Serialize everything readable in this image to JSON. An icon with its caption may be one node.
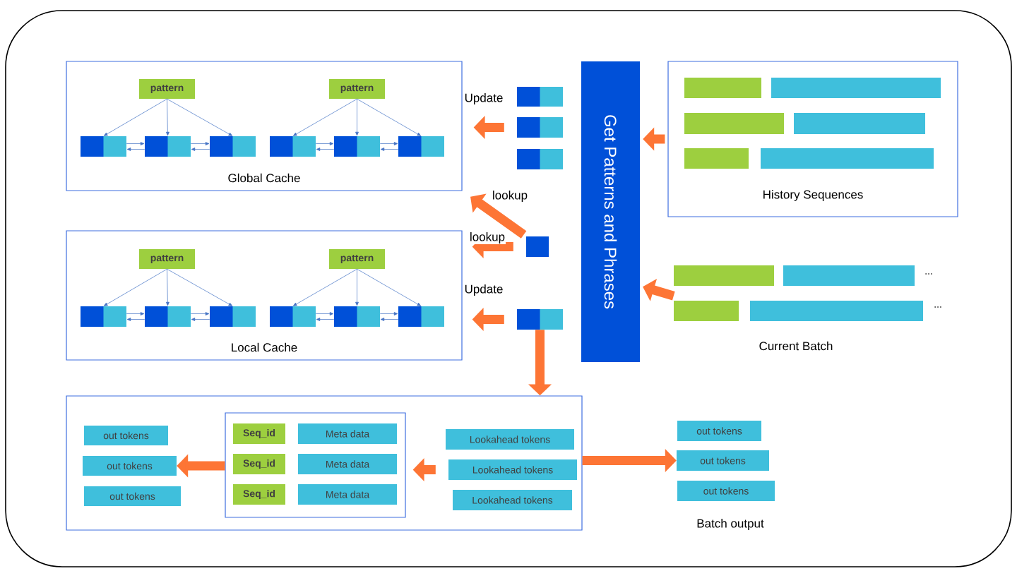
{
  "diagram": {
    "nodes": [
      {
        "text": [
          "Global Cache"
        ]
      },
      {
        "text": [
          "pattern"
        ],
        "in": 0
      },
      {
        "text": [
          "pattern"
        ],
        "in": 0
      },
      {
        "text": [],
        "shape": "box",
        "in": 0
      },
      {
        "text": [],
        "shape": "box",
        "in": 0
      },
      {
        "text": [],
        "shape": "box",
        "in": 0
      },
      {
        "text": [],
        "shape": "box",
        "in": 0
      },
      {
        "text": [],
        "shape": "box",
        "in": 0
      },
      {
        "text": [],
        "shape": "box",
        "in": 0
      },
      {
        "text": [
          "Local Cache"
        ]
      },
      {
        "text": [
          "pattern"
        ],
        "in": 9
      },
      {
        "text": [
          "pattern"
        ],
        "in": 9
      },
      {
        "text": [],
        "shape": "box",
        "in": 9
      },
      {
        "text": [],
        "shape": "box",
        "in": 9
      },
      {
        "text": [],
        "shape": "box",
        "in": 9
      },
      {
        "text": [],
        "shape": "box",
        "in": 9
      },
      {
        "text": [],
        "shape": "box",
        "in": 9
      },
      {
        "text": [],
        "shape": "box",
        "in": 9
      },
      {
        "text": [],
        "shape": "box"
      },
      {
        "text": [],
        "shape": "box"
      },
      {
        "text": [],
        "shape": "box"
      },
      {
        "text": [],
        "shape": "box"
      },
      {
        "text": [],
        "shape": "box"
      },
      {
        "text": [
          "Get Patterns and Phrases"
        ]
      },
      {
        "text": [
          "History Sequences"
        ]
      },
      {
        "text": [],
        "shape": "box"
      },
      {
        "text": [
          "out tokens"
        ],
        "in": 25
      },
      {
        "text": [
          "out tokens"
        ],
        "in": 25
      },
      {
        "text": [
          "out tokens"
        ],
        "in": 25
      },
      {
        "text": [],
        "shape": "box",
        "in": 25
      },
      {
        "text": [
          "Seq_id"
        ],
        "in": 29
      },
      {
        "text": [
          "Meta data"
        ],
        "in": 29
      },
      {
        "text": [
          "Seq_id"
        ],
        "in": 29
      },
      {
        "text": [
          "Meta data"
        ],
        "in": 29
      },
      {
        "text": [
          "Seq_id"
        ],
        "in": 29
      },
      {
        "text": [
          "Meta data"
        ],
        "in": 29
      },
      {
        "text": [
          "Lookahead tokens"
        ],
        "in": 25
      },
      {
        "text": [
          "Lookahead tokens"
        ],
        "in": 25
      },
      {
        "text": [
          "Lookahead tokens"
        ],
        "in": 25
      },
      {
        "text": [
          "out tokens"
        ]
      },
      {
        "text": [
          "out tokens"
        ]
      },
      {
        "text": [
          "out tokens"
        ]
      },
      {
        "text": [],
        "shape": "bar",
        "in": 24
      },
      {
        "text": [],
        "shape": "bar",
        "in": 24
      },
      {
        "text": [],
        "shape": "bar",
        "in": 24
      },
      {
        "text": [],
        "shape": "bar",
        "in": 24
      },
      {
        "text": [],
        "shape": "bar",
        "in": 24
      },
      {
        "text": [],
        "shape": "bar",
        "in": 24
      },
      {
        "text": [],
        "shape": "bar"
      },
      {
        "text": [],
        "shape": "bar"
      },
      {
        "text": [],
        "shape": "bar"
      },
      {
        "text": [],
        "shape": "bar"
      }
    ],
    "edges": [
      {
        "from": 1,
        "to": 3,
        "arrow": "to"
      },
      {
        "from": 1,
        "to": 4,
        "arrow": "to"
      },
      {
        "from": 1,
        "to": 5,
        "arrow": "to"
      },
      {
        "from": 2,
        "to": 6,
        "arrow": "to"
      },
      {
        "from": 2,
        "to": 7,
        "arrow": "to"
      },
      {
        "from": 2,
        "to": 8,
        "arrow": "to"
      },
      {
        "from": 3,
        "to": 4,
        "arrow": "to"
      },
      {
        "from": 4,
        "to": 3,
        "arrow": "to"
      },
      {
        "from": 4,
        "to": 5,
        "arrow": "to"
      },
      {
        "from": 5,
        "to": 4,
        "arrow": "to"
      },
      {
        "from": 6,
        "to": 7,
        "arrow": "to"
      },
      {
        "from": 7,
        "to": 6,
        "arrow": "to"
      },
      {
        "from": 7,
        "to": 8,
        "arrow": "to"
      },
      {
        "from": 8,
        "to": 7,
        "arrow": "to"
      },
      {
        "from": 10,
        "to": 12,
        "arrow": "to"
      },
      {
        "from": 10,
        "to": 13,
        "arrow": "to"
      },
      {
        "from": 10,
        "to": 14,
        "arrow": "to"
      },
      {
        "from": 11,
        "to": 15,
        "arrow": "to"
      },
      {
        "from": 11,
        "to": 16,
        "arrow": "to"
      },
      {
        "from": 11,
        "to": 17,
        "arrow": "to"
      },
      {
        "from": 12,
        "to": 13,
        "arrow": "to"
      },
      {
        "from": 13,
        "to": 12,
        "arrow": "to"
      },
      {
        "from": 13,
        "to": 14,
        "arrow": "to"
      },
      {
        "from": 14,
        "to": 13,
        "arrow": "to"
      },
      {
        "from": 15,
        "to": 16,
        "arrow": "to"
      },
      {
        "from": 16,
        "to": 15,
        "arrow": "to"
      },
      {
        "from": 16,
        "to": 17,
        "arrow": "to"
      },
      {
        "from": 17,
        "to": 16,
        "arrow": "to"
      },
      {
        "from": 19,
        "to": 0,
        "arrow": "to",
        "label": "Update",
        "style": "thick",
        "color": "#fd7535"
      },
      {
        "from": 21,
        "to": 0,
        "arrow": "to",
        "label": "lookup",
        "style": "thick",
        "color": "#fd7535"
      },
      {
        "from": 21,
        "to": 9,
        "arrow": "to",
        "label": "lookup",
        "style": "thick",
        "color": "#fd7535"
      },
      {
        "from": 22,
        "to": 9,
        "arrow": "to",
        "label": "Update",
        "style": "thick",
        "color": "#fd7535"
      },
      {
        "from": 24,
        "to": 23,
        "arrow": "to",
        "style": "thick",
        "color": "#fd7535"
      },
      {
        "from": 48,
        "to": 23,
        "arrow": "to",
        "style": "thick",
        "color": "#fd7535"
      },
      {
        "from": 22,
        "to": 25,
        "arrow": "to",
        "style": "thick",
        "color": "#fd7535"
      },
      {
        "from": 37,
        "to": 29,
        "arrow": "to",
        "style": "thick",
        "color": "#fd7535"
      },
      {
        "from": 29,
        "to": 27,
        "arrow": "to",
        "style": "thick",
        "color": "#fd7535"
      },
      {
        "from": 25,
        "to": 40,
        "arrow": "to",
        "style": "thick",
        "color": "#fd7535"
      }
    ],
    "labels": [
      "...",
      "...",
      "Current Batch",
      "Batch output"
    ]
  }
}
